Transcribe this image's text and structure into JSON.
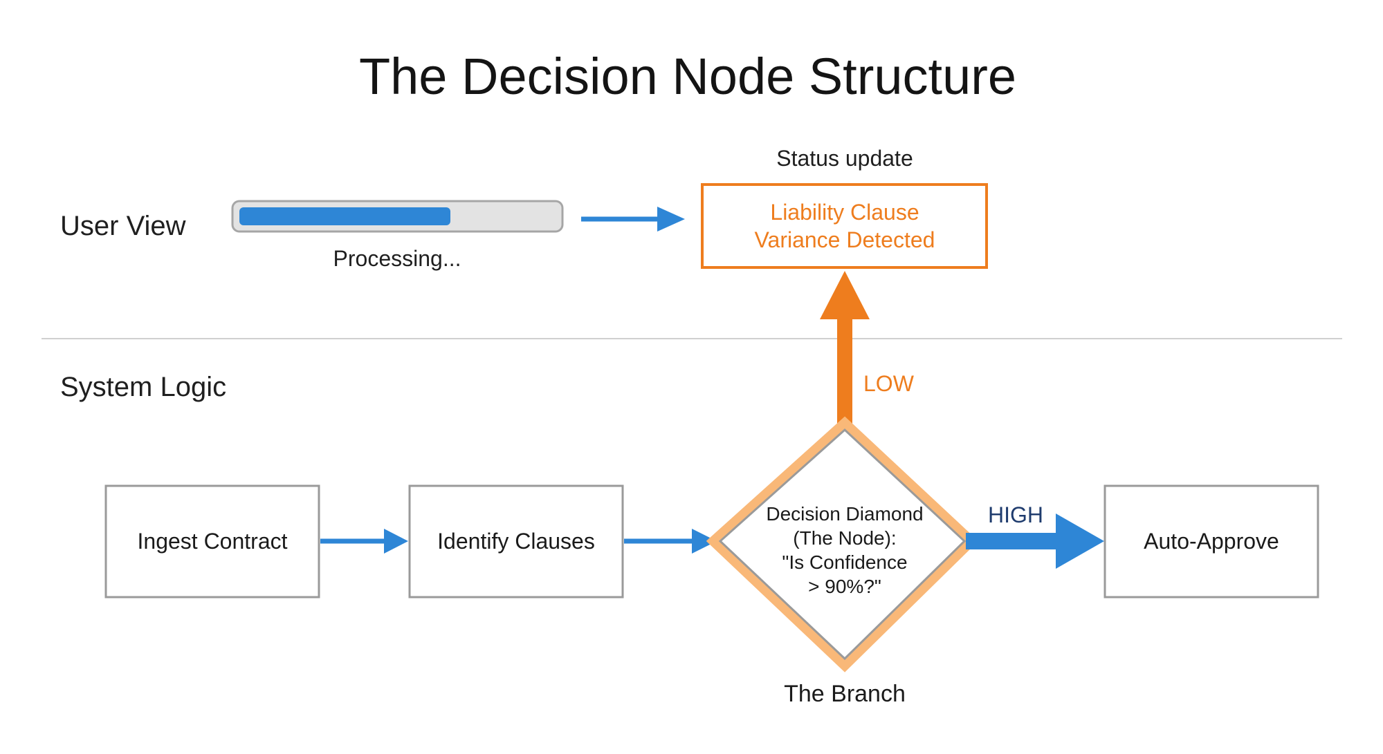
{
  "title": "The Decision Node Structure",
  "sections": {
    "user_view": "User View",
    "system_logic": "System Logic"
  },
  "progress": {
    "fraction": 0.64,
    "label": "Processing..."
  },
  "status": {
    "caption": "Status update",
    "lines": [
      "Liability Clause",
      "Variance Detected"
    ]
  },
  "nodes": {
    "ingest": "Ingest Contract",
    "identify": "Identify Clauses",
    "decision_lines": [
      "Decision Diamond",
      "(The Node):",
      "\"Is Confidence",
      "> 90%?\""
    ],
    "approve": "Auto-Approve"
  },
  "branch": {
    "caption": "The Branch",
    "low_label": "LOW",
    "high_label": "HIGH"
  },
  "colors": {
    "blue": "#2e86d6",
    "orange": "#ee7d1e",
    "orange_light": "#f9b878",
    "box_border": "#9a9a9a",
    "divider": "#cfcfcf",
    "text": "#1a1a1a"
  }
}
